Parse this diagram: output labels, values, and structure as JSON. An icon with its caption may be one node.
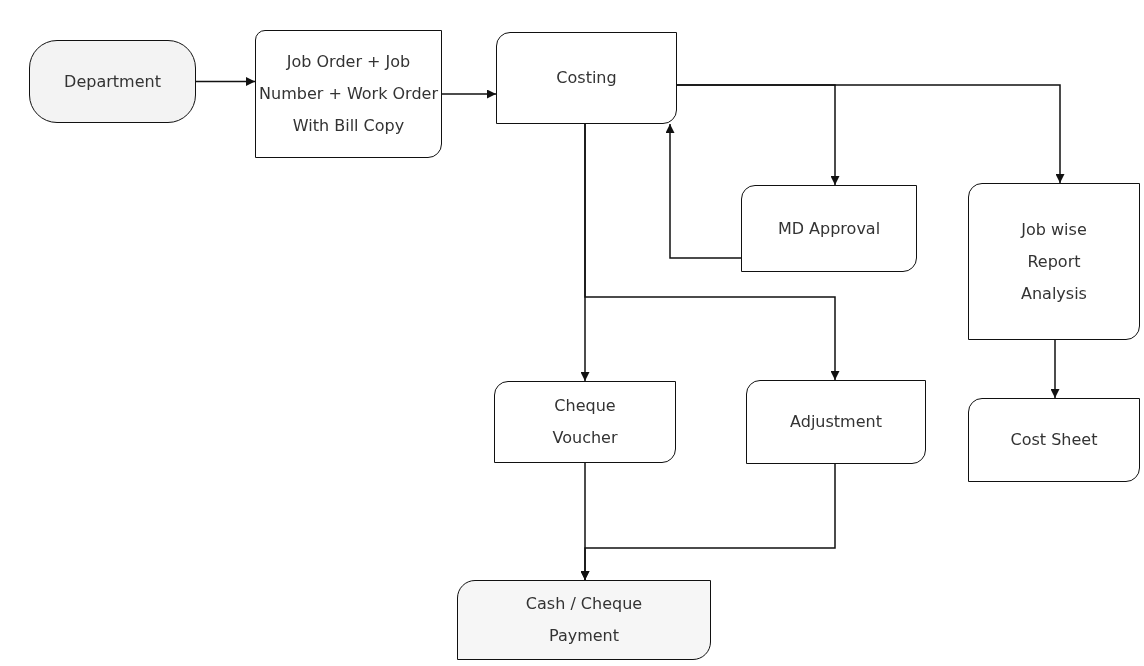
{
  "diagram": {
    "nodes": [
      {
        "text": [
          "Department"
        ]
      },
      {
        "text": [
          "Job Order + Job Number + Work Order With Bill Copy"
        ]
      },
      {
        "text": [
          "Costing"
        ]
      },
      {
        "text": [
          "MD Approval"
        ]
      },
      {
        "text": [
          "Job wise Report Analysis"
        ]
      },
      {
        "text": [
          "Cheque Voucher"
        ]
      },
      {
        "text": [
          "Adjustment"
        ]
      },
      {
        "text": [
          "Cost Sheet"
        ]
      },
      {
        "text": [
          "Cash / Cheque Payment"
        ]
      }
    ],
    "edges": [
      {
        "from": 0,
        "to": 1,
        "arrow": "to"
      },
      {
        "from": 1,
        "to": 2,
        "arrow": "to"
      },
      {
        "from": 2,
        "to": 3,
        "arrow": "to"
      },
      {
        "from": 2,
        "to": 4,
        "arrow": "to"
      },
      {
        "from": 3,
        "to": 2,
        "arrow": "to"
      },
      {
        "from": 2,
        "to": 5,
        "arrow": "to"
      },
      {
        "from": 2,
        "to": 6,
        "arrow": "to"
      },
      {
        "from": 4,
        "to": 7,
        "arrow": "to"
      },
      {
        "from": 5,
        "to": 8,
        "arrow": "to"
      },
      {
        "from": 6,
        "to": 8,
        "arrow": "to"
      }
    ]
  }
}
